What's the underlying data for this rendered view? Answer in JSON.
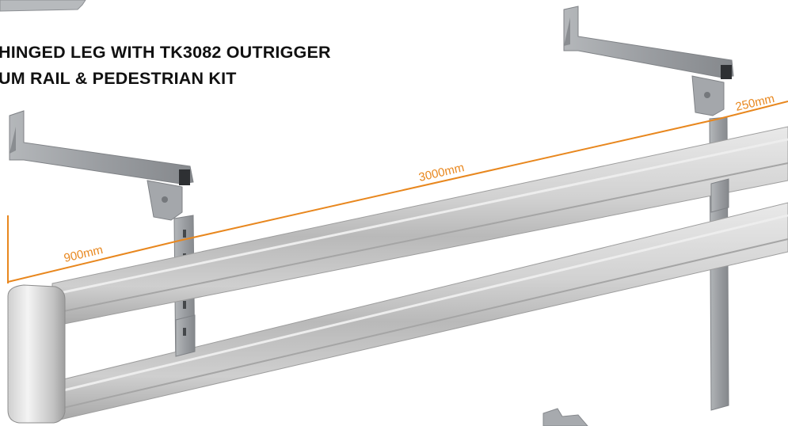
{
  "title": {
    "line1": "HINGED LEG WITH TK3082 OUTRIGGER",
    "line2": "UM RAIL & PEDESTRIAN KIT"
  },
  "dimensions": {
    "left": "900mm",
    "middle": "3000mm",
    "right": "250mm"
  },
  "colors": {
    "dimension_line": "#e8871e",
    "rail": "#c9c9c9",
    "steel": "#9c9fa3",
    "title": "#111111"
  }
}
